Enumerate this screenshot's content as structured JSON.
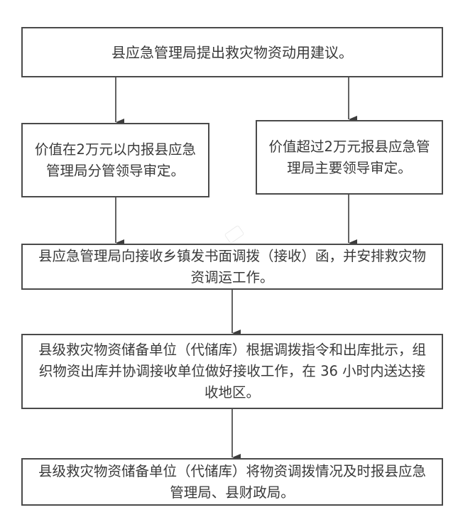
{
  "flowchart": {
    "steps": [
      {
        "id": "step-1",
        "text": "县应急管理局提出救灾物资动用建议。"
      },
      {
        "id": "step-2a",
        "text": "价值在2万元以内报县应急管理局分管领导审定。"
      },
      {
        "id": "step-2b",
        "text": "价值超过2万元报县应急管理局主要领导审定。"
      },
      {
        "id": "step-3",
        "text": "县应急管理局向接收乡镇发书面调拨（接收）函，并安排救灾物资调运工作。"
      },
      {
        "id": "step-4",
        "text": "县级救灾物资储备单位（代储库）根据调拨指令和出库批示，组织物资出库并协调接收单位做好接收工作，在 36 小时内送达接收地区。"
      },
      {
        "id": "step-5",
        "text": "县级救灾物资储备单位（代储库）将物资调拨情况及时报县应急管理局、县财政局。"
      }
    ],
    "connections": [
      {
        "from": "step-1",
        "to": "step-2a"
      },
      {
        "from": "step-1",
        "to": "step-2b"
      },
      {
        "from": "step-2a",
        "to": "step-3"
      },
      {
        "from": "step-2b",
        "to": "step-3"
      },
      {
        "from": "step-3",
        "to": "step-4"
      },
      {
        "from": "step-4",
        "to": "step-5"
      }
    ],
    "colors": {
      "line": "#3c3c3c",
      "border": "#4a4a4a",
      "text": "#3a3a3a"
    }
  }
}
